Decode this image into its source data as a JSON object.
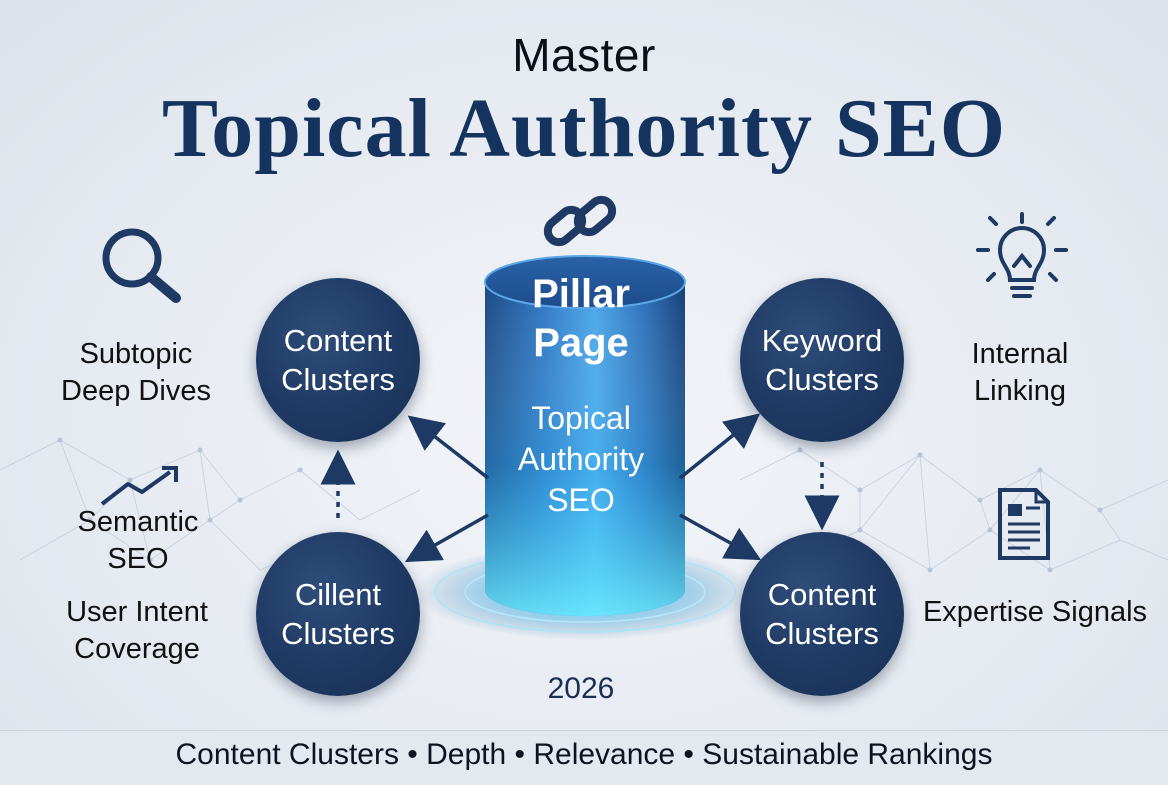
{
  "header": {
    "kicker": "Master",
    "title": "Topical Authority SEO"
  },
  "pillar": {
    "title": "Pillar\nPage",
    "subtitle": "Topical\nAuthority\nSEO",
    "year": "2026"
  },
  "circles": [
    {
      "label": "Content\nClusters"
    },
    {
      "label": "Keyword\nClusters"
    },
    {
      "label": "Cillent\nClusters"
    },
    {
      "label": "Content\nClusters"
    }
  ],
  "left_labels": [
    {
      "text": "Subtopic\nDeep Dives"
    },
    {
      "text": "Semantic\nSEO"
    },
    {
      "text": "User Intent\nCoverage"
    }
  ],
  "right_labels": [
    {
      "text": "Internal\nLinking"
    },
    {
      "text": "Expertise Signals"
    }
  ],
  "icons": [
    "magnifier-icon",
    "trend-arrow-icon",
    "chain-link-icon",
    "lightbulb-icon",
    "document-icon"
  ],
  "footer": {
    "tagline": "Content Clusters • Depth • Relevance • Sustainable Rankings"
  },
  "colors": {
    "navy": "#1e3963",
    "title_blue": "#15335f",
    "glow_cyan": "#3fd0ff"
  }
}
